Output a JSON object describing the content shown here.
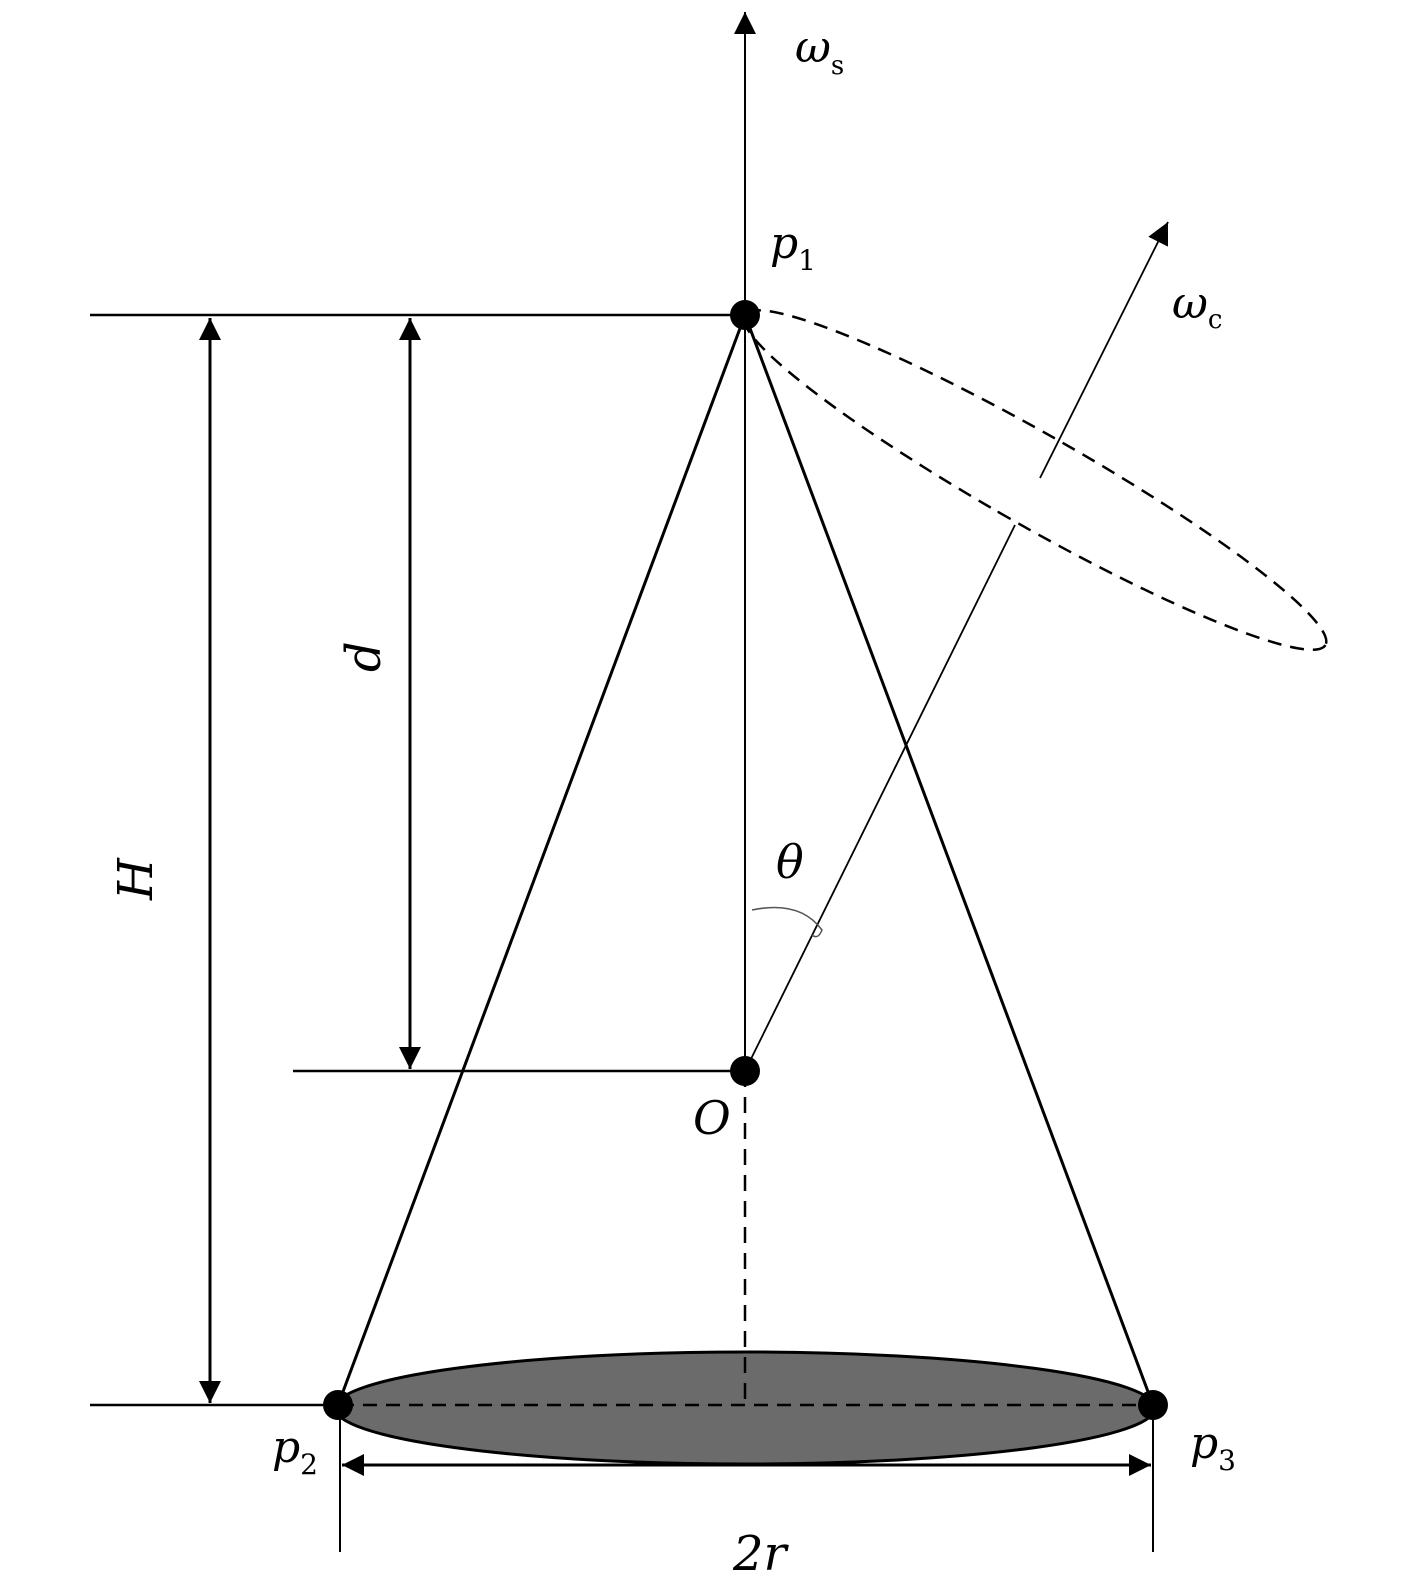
{
  "labels": {
    "omega_s": {
      "base": "ω",
      "sub": "s"
    },
    "omega_c": {
      "base": "ω",
      "sub": "c"
    },
    "p1": {
      "base": "p",
      "sub": "1"
    },
    "p2": {
      "base": "p",
      "sub": "2"
    },
    "p3": {
      "base": "p",
      "sub": "3"
    },
    "origin": "O",
    "theta": "θ",
    "d": "d",
    "H": "H",
    "two_r": "2r"
  },
  "colors": {
    "line": "#000000",
    "base_fill": "#6b6b6b"
  }
}
